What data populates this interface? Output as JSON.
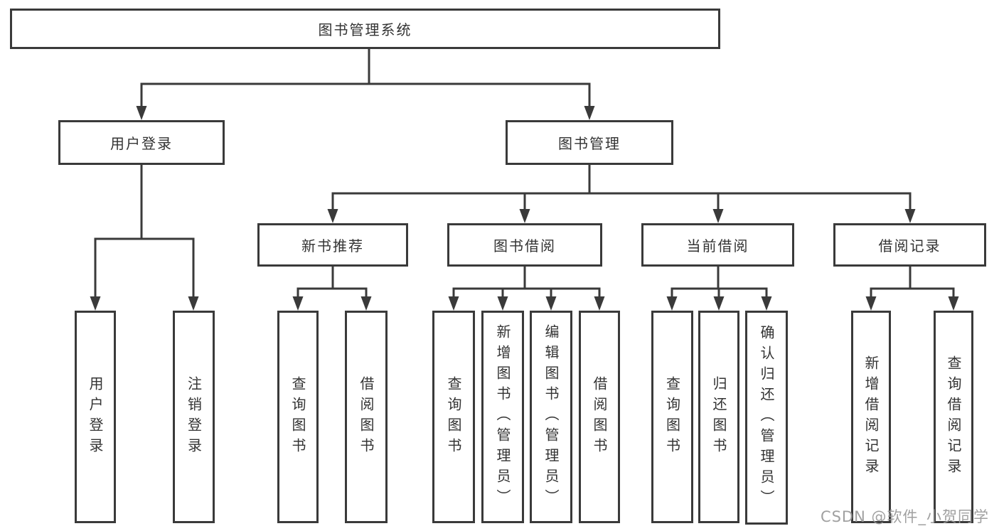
{
  "diagram": {
    "root": {
      "label": "图书管理系统"
    },
    "branches": {
      "user_login": {
        "label": "用户登录",
        "children": {
          "login": "用户登录",
          "logout": "注销登录"
        }
      },
      "book_management": {
        "label": "图书管理",
        "sections": {
          "new_book_recommend": {
            "label": "新书推荐",
            "children": {
              "query_books": "查询图书",
              "borrow_books": "借阅图书"
            }
          },
          "book_borrowing": {
            "label": "图书借阅",
            "children": {
              "query_books": "查询图书",
              "add_books_admin": "新增图书（管理员）",
              "edit_books_admin": "编辑图书（管理员）",
              "borrow_books": "借阅图书"
            }
          },
          "current_borrowing": {
            "label": "当前借阅",
            "children": {
              "query_books": "查询图书",
              "return_books": "归还图书",
              "confirm_return_admin": "确认归还（管理员）"
            }
          },
          "borrowing_records": {
            "label": "借阅记录",
            "children": {
              "add_borrow_record": "新增借阅记录",
              "query_borrow_record": "查询借阅记录"
            }
          }
        }
      }
    },
    "watermark": "CSDN @软件_小贺同学",
    "colors": {
      "line": "#3a3a3a",
      "text": "#333333",
      "background": "#ffffff",
      "watermark": "#989898"
    }
  }
}
